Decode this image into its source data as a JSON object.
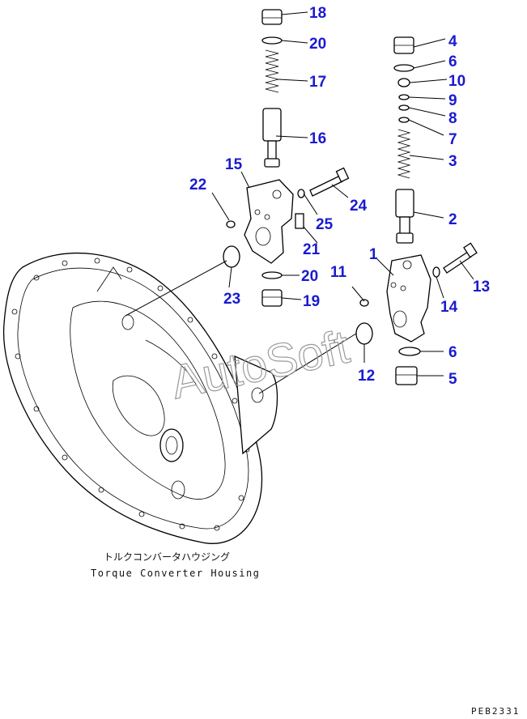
{
  "callouts": [
    {
      "id": "18",
      "label": "18"
    },
    {
      "id": "20a",
      "label": "20"
    },
    {
      "id": "17",
      "label": "17"
    },
    {
      "id": "16",
      "label": "16"
    },
    {
      "id": "15",
      "label": "15"
    },
    {
      "id": "22",
      "label": "22"
    },
    {
      "id": "24",
      "label": "24"
    },
    {
      "id": "25",
      "label": "25"
    },
    {
      "id": "21",
      "label": "21"
    },
    {
      "id": "20b",
      "label": "20"
    },
    {
      "id": "19",
      "label": "19"
    },
    {
      "id": "23",
      "label": "23"
    },
    {
      "id": "4",
      "label": "4"
    },
    {
      "id": "6a",
      "label": "6"
    },
    {
      "id": "10",
      "label": "10"
    },
    {
      "id": "9",
      "label": "9"
    },
    {
      "id": "8",
      "label": "8"
    },
    {
      "id": "7",
      "label": "7"
    },
    {
      "id": "3",
      "label": "3"
    },
    {
      "id": "2",
      "label": "2"
    },
    {
      "id": "1",
      "label": "1"
    },
    {
      "id": "13",
      "label": "13"
    },
    {
      "id": "11",
      "label": "11"
    },
    {
      "id": "14",
      "label": "14"
    },
    {
      "id": "6b",
      "label": "6"
    },
    {
      "id": "12",
      "label": "12"
    },
    {
      "id": "5",
      "label": "5"
    }
  ],
  "caption": {
    "japanese": "トルクコンバータハウジング",
    "english": "Torque Converter Housing"
  },
  "watermark": "AutoSoft",
  "drawing_code": "PEB2331",
  "colors": {
    "callout": "#1a1ad0",
    "line": "#000000",
    "watermark": "#9a9a9a"
  }
}
